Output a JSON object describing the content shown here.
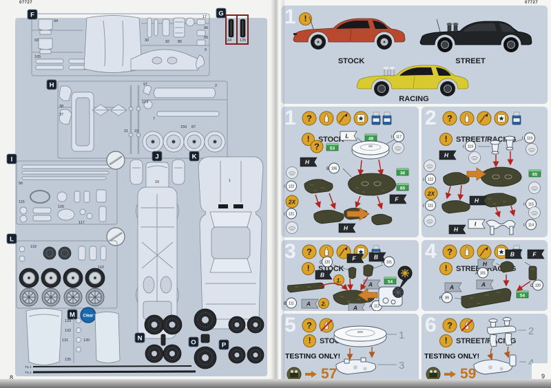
{
  "glyphs": {
    "question": "?",
    "exclaim": "!"
  },
  "left": {
    "header": "07727",
    "page_number": "8",
    "sprue_labels": {
      "F": "F",
      "G": "G",
      "H": "H",
      "I": "I",
      "J": "J",
      "K": "K",
      "L": "L",
      "M": "M",
      "N": "N",
      "O": "O",
      "P": "P"
    },
    "clear_logo": "Clear",
    "part_numbers": {
      "f": [
        "94",
        "93",
        "105",
        "30",
        "92",
        "85",
        "17",
        "96",
        "95",
        "9"
      ],
      "g": [
        "134",
        "135"
      ],
      "h": [
        "38",
        "37",
        "21",
        "22",
        "97",
        "124",
        "2",
        "7",
        "150",
        "87"
      ],
      "i": [
        "56",
        "115",
        "125",
        "117"
      ],
      "j": [
        "10"
      ],
      "k": [
        "1"
      ],
      "l": [
        "119",
        "110"
      ],
      "m": [
        "133",
        "132",
        "131",
        "130",
        "135"
      ]
    },
    "ts_labels": [
      "TS 1",
      "TS 2"
    ]
  },
  "right": {
    "header": "07727",
    "page_number": "9",
    "overview": {
      "number": "1",
      "labels": {
        "stock": "STOCK",
        "street": "STREET",
        "racing": "RACING"
      },
      "colors": {
        "stock": "#b7492e",
        "street": "#212426",
        "racing": "#d9ca2f"
      }
    },
    "steps": [
      {
        "number": "1",
        "variant": "STOCK",
        "x2": "2X",
        "chips": [
          "48",
          "53",
          "36",
          "65"
        ],
        "flags": [
          "L",
          "H",
          "F",
          "H"
        ],
        "parts": [
          {
            "s": "I",
            "n": "117"
          },
          {
            "s": "B",
            "n": "106"
          },
          {
            "s": "I",
            "n": "122"
          },
          {
            "s": "I",
            "n": "121"
          }
        ]
      },
      {
        "number": "2",
        "variant": "STREET/RACING",
        "x2": "2X",
        "chips": [
          "65"
        ],
        "flags": [
          "H",
          "H",
          "H",
          "I"
        ],
        "parts": [
          {
            "s": "I",
            "n": "119"
          },
          {
            "s": "I",
            "n": "119"
          },
          {
            "s": "I",
            "n": "122"
          },
          {
            "s": "I",
            "n": "121"
          },
          {
            "s": "I",
            "n": "115"
          },
          {
            "s": "I",
            "n": "114"
          }
        ]
      },
      {
        "number": "3",
        "variant": "STOCK",
        "chips": [
          "54"
        ],
        "seq": [
          "1.",
          "2."
        ],
        "flags": [
          "F",
          "B",
          "B",
          "A",
          "A",
          "A"
        ],
        "parts": [
          {
            "s": "C",
            "n": "120"
          },
          {
            "s": "A",
            "n": "101"
          },
          {
            "s": "B",
            "n": "111"
          },
          {
            "s": "A",
            "n": "112"
          }
        ]
      },
      {
        "number": "4",
        "variant": "STREET/RACING",
        "chips": [
          "54"
        ],
        "flags": [
          "H",
          "B",
          "F",
          "A",
          "A"
        ],
        "parts": [
          {
            "s": "A",
            "n": "101"
          },
          {
            "s": "C",
            "n": "120"
          },
          {
            "s": "F",
            "n": "89"
          }
        ]
      },
      {
        "number": "5",
        "variant": "STOCK",
        "testing": "TESTING ONLY!",
        "goto": "57",
        "callouts": [
          "1",
          "3"
        ]
      },
      {
        "number": "6",
        "variant": "STREET/RACING",
        "testing": "TESTING ONLY!",
        "goto": "59",
        "callouts": [
          "2",
          "4"
        ]
      }
    ]
  }
}
